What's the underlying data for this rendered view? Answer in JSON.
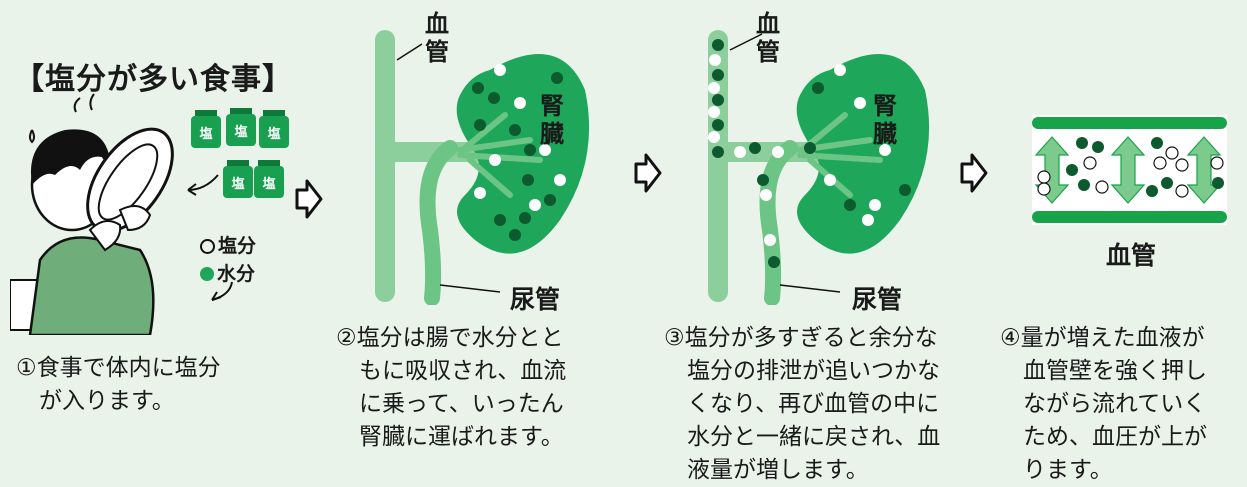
{
  "title": "【塩分が多い食事】",
  "legend": {
    "salt": "塩分",
    "water": "水分"
  },
  "bottle_label": "塩",
  "steps": [
    {
      "lines": [
        "①食事で体内に塩分",
        "　が入ります。"
      ]
    },
    {
      "lines": [
        "②塩分は腸で水分とと",
        "　もに吸収され、血流",
        "　に乗って、いったん",
        "　腎臓に運ばれます。"
      ]
    },
    {
      "lines": [
        "③塩分が多すぎると余分な",
        "　塩分の排泄が追いつかな",
        "　くなり、再び血管の中に",
        "　水分と一緒に戻され、血",
        "　液量が増します。"
      ]
    },
    {
      "lines": [
        "④量が増えた血液が",
        "　血管壁を強く押し",
        "　ながら流れていく",
        "　ため、血圧が上が",
        "　ります。"
      ]
    }
  ],
  "labels": {
    "vessel_1": "血",
    "vessel_2": "管",
    "kidney_1": "腎",
    "kidney_2": "臓",
    "ureter": "尿管",
    "blood_vessel": "血管"
  },
  "colors": {
    "kidney": "#1ea65a",
    "vessel": "#8ccf9c",
    "dark_dot": "#0c5a2e",
    "arrow_green": "#7dcb8c",
    "vessel_band": "#17a34a"
  }
}
